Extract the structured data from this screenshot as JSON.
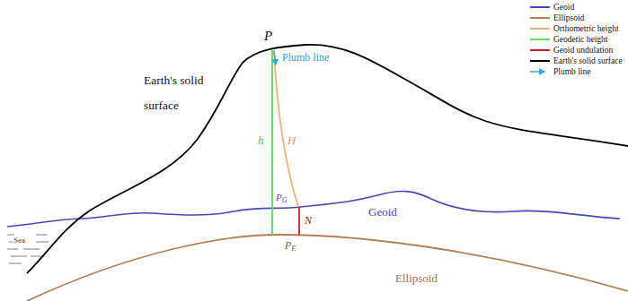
{
  "diagram": {
    "labels": [
      "P",
      "Earth's solid surface",
      "Plumb line",
      "h",
      "H",
      "PG",
      "N",
      "PE",
      "Geoid",
      "Ellipsoid",
      "Sea"
    ],
    "legend": [
      {
        "text": "Geoid"
      },
      {
        "text": "Ellipsoid"
      },
      {
        "text": "Orthometric height"
      },
      {
        "text": "Geodetic height"
      },
      {
        "text": "Geoid undulation"
      },
      {
        "text": "Earth's solid surface"
      },
      {
        "text": "Plumb line"
      }
    ]
  }
}
